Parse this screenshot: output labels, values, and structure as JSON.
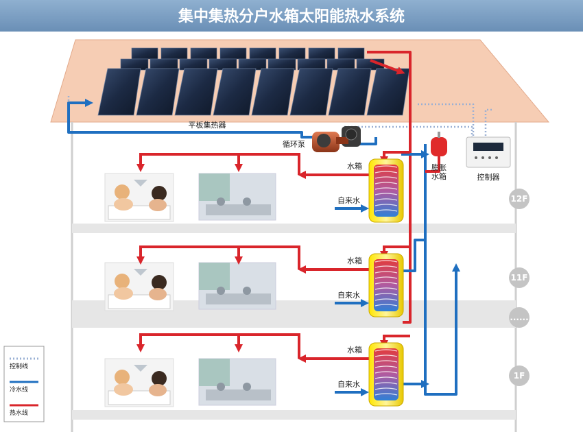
{
  "title": "集中集热分户水箱太阳能热水系统",
  "labels": {
    "collector": "平板集热器",
    "pump": "循环泵",
    "expansion_tank": "膨胀\n水箱",
    "controller": "控制器",
    "tank": "水箱",
    "tap_water": "自来水"
  },
  "floors": [
    {
      "label": "12F"
    },
    {
      "label": "11F"
    },
    {
      "label": "......"
    },
    {
      "label": "1F"
    }
  ],
  "legend": {
    "items": [
      {
        "label": "控制线",
        "color": "#9ab0d4",
        "style": "dotted"
      },
      {
        "label": "冷水线",
        "color": "#1f6fc0",
        "style": "solid"
      },
      {
        "label": "热水线",
        "color": "#d9252b",
        "style": "solid"
      }
    ]
  },
  "colors": {
    "hot": "#d9252b",
    "cold": "#1f6fc0",
    "control": "#9ab0d4",
    "title_bg": "#6f93b8",
    "roof": "#f6cdb4"
  },
  "icons": {
    "pump": "pump-icon",
    "expansion_tank": "expansion-tank-icon",
    "controller": "controller-icon",
    "bath": "bathtub-photo",
    "sink": "sink-photo"
  }
}
